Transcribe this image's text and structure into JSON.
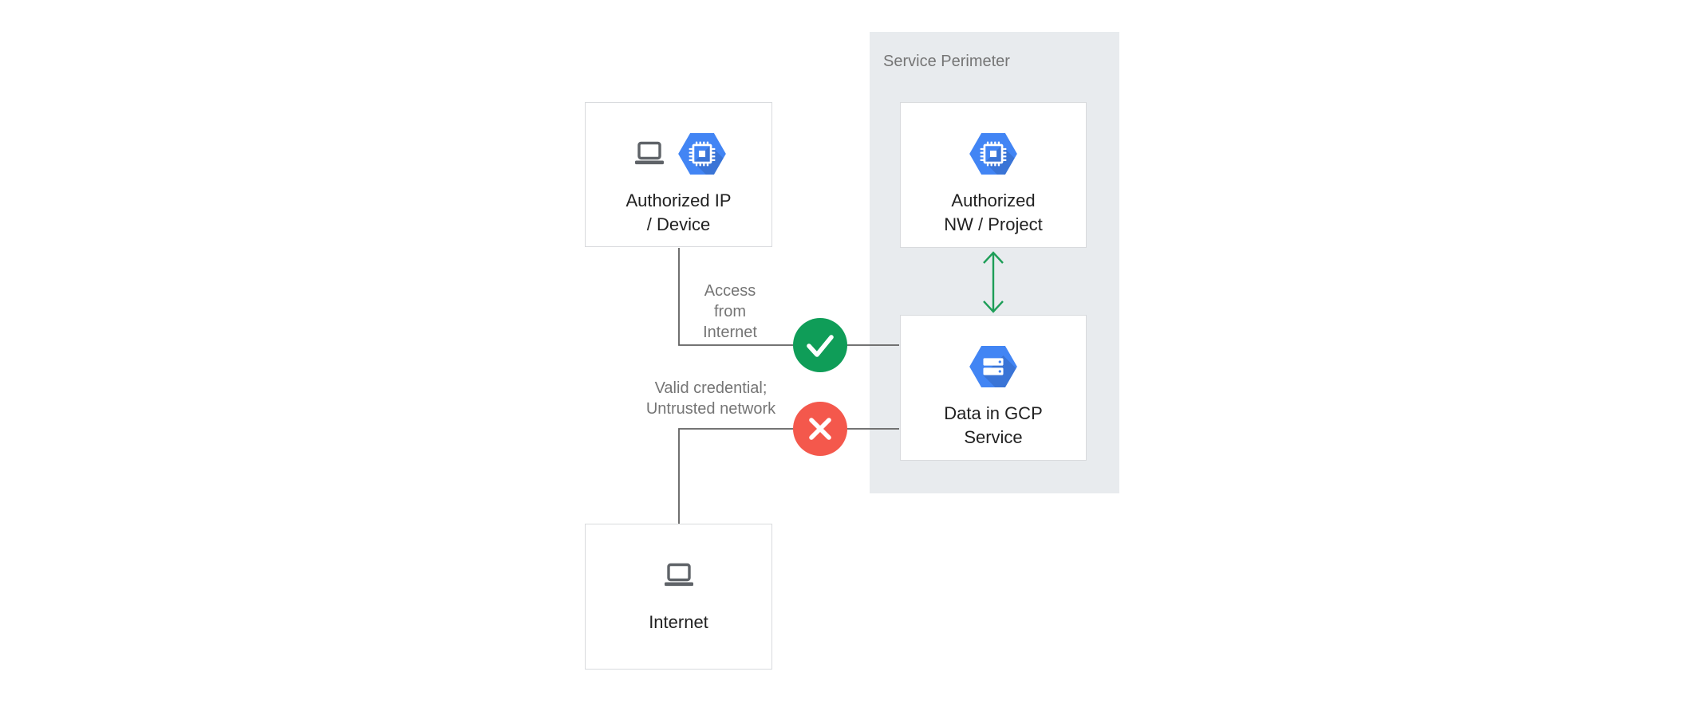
{
  "colors": {
    "canvas-bg": "#ffffff",
    "perimeter-bg": "#e8ebee",
    "box-border": "#d8dadd",
    "box-bg": "#ffffff",
    "node-label": "#212121",
    "muted-text": "#757575",
    "connector": "#616161",
    "success-green": "#0f9d58",
    "arrow-green": "#1e9e58",
    "error-red": "#f4584c",
    "gcp-blue": "#4285f4",
    "device-gray": "#5f6368"
  },
  "perimeter": {
    "label": "Service Perimeter"
  },
  "nodes": {
    "authorized_ip_device": {
      "label_lines": [
        "Authorized IP",
        "/ Device"
      ],
      "icons": [
        "laptop-icon",
        "compute-engine-hexagon-icon"
      ]
    },
    "authorized_nw_project": {
      "label_lines": [
        "Authorized",
        "NW / Project"
      ],
      "icons": [
        "compute-engine-hexagon-icon"
      ]
    },
    "data_in_gcp_service": {
      "label_lines": [
        "Data in GCP",
        "Service"
      ],
      "icons": [
        "storage-hexagon-icon"
      ]
    },
    "internet": {
      "label_lines": [
        "Internet"
      ],
      "icons": [
        "laptop-icon"
      ]
    }
  },
  "edges": {
    "access_allowed": {
      "label_lines": [
        "Access",
        "from",
        "Internet"
      ],
      "status": "allowed",
      "status_icon": "check-icon"
    },
    "access_denied": {
      "label_lines": [
        "Valid credential;",
        "Untrusted network"
      ],
      "status": "denied",
      "status_icon": "cross-icon"
    }
  }
}
